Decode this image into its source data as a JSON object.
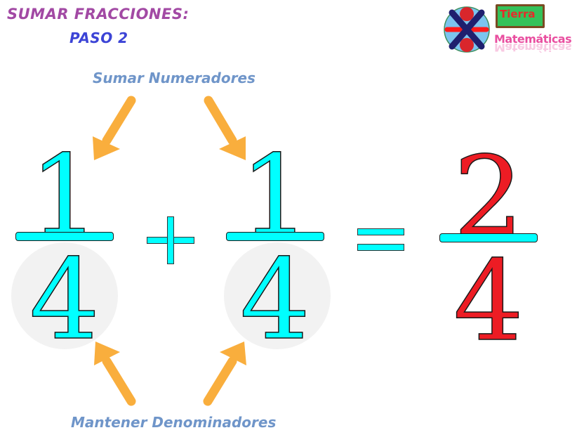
{
  "header": {
    "title": "SUMAR FRACCIONES:",
    "subtitle": "PASO 2"
  },
  "logo": {
    "line1": "Tierra",
    "line2": "Matemáticas"
  },
  "captions": {
    "top": "Sumar Numeradores",
    "bottom": "Mantener Denominadores"
  },
  "equation": {
    "fraction1": {
      "numerator": "1",
      "denominator": "4"
    },
    "operator": "+",
    "fraction2": {
      "numerator": "1",
      "denominator": "4"
    },
    "equals": "=",
    "result": {
      "numerator": "2",
      "denominator": "4"
    }
  },
  "colors": {
    "title": "#a249a4",
    "subtitle": "#3c44d6",
    "caption": "#6f95c9",
    "operand": "#00ffff",
    "result": "#ed1c24",
    "arrow": "#f9ae3d",
    "highlight_circle": "#f2f2f2"
  }
}
